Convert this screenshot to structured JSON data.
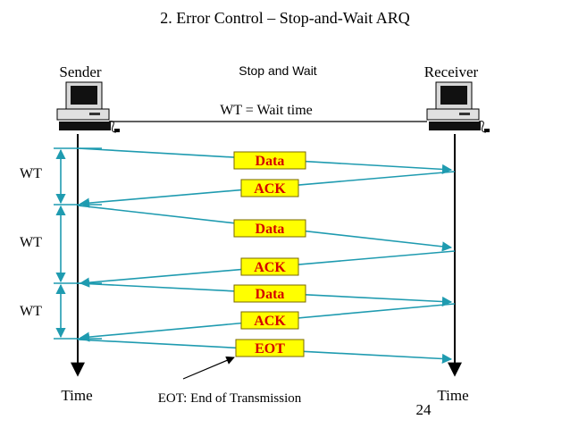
{
  "title": "2. Error Control – Stop-and-Wait ARQ",
  "sender_label": "Sender",
  "receiver_label": "Receiver",
  "protocol_label": "Stop and Wait",
  "wait_time_label": "WT = Wait time",
  "wt_labels": [
    "WT",
    "WT",
    "WT"
  ],
  "time_left": "Time",
  "time_right": "Time",
  "eot_note": "EOT: End of Transmission",
  "page_number": "24",
  "frames": [
    "Data",
    "ACK",
    "Data",
    "ACK",
    "Data",
    "ACK",
    "EOT"
  ],
  "colors": {
    "line": "#1f9bb0",
    "label_fill": "#ffff00",
    "label_text": "#d40000",
    "label_border": "#7a6a00",
    "timeline": "#000000"
  },
  "icons": [
    "computer-icon",
    "computer-icon"
  ]
}
